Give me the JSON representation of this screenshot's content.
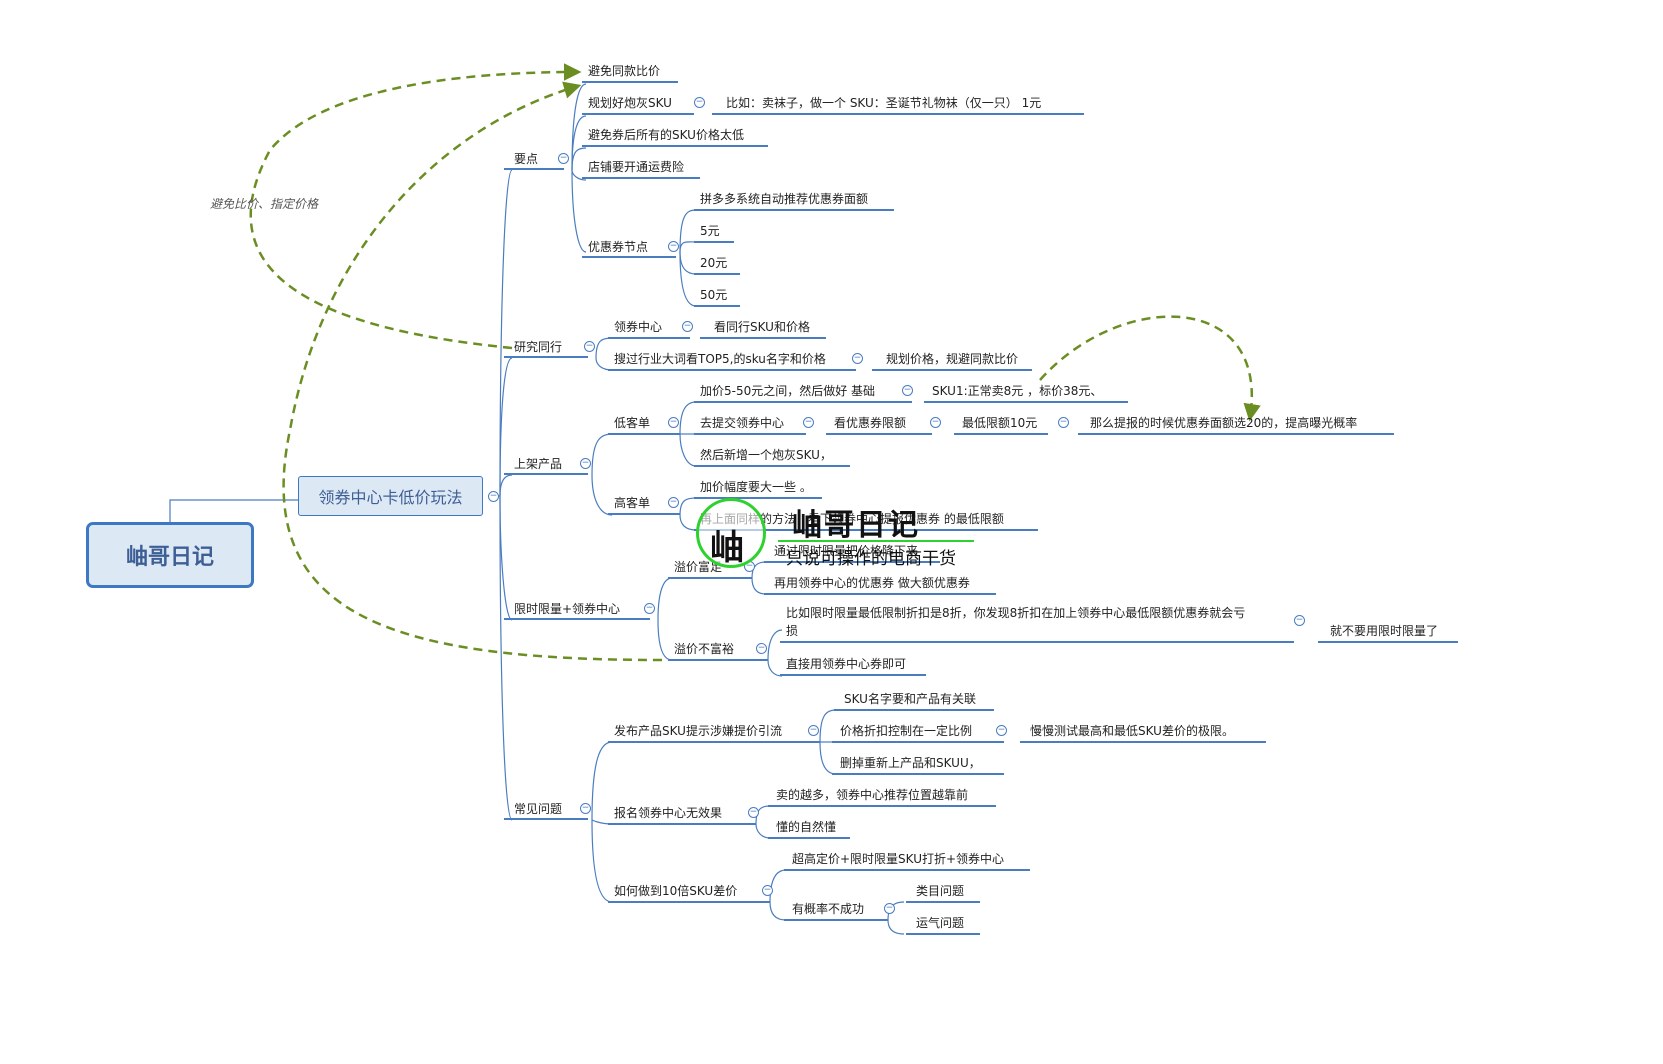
{
  "root": {
    "label": "岫哥日记"
  },
  "main": {
    "label": "领券中心卡低价玩法"
  },
  "note": "避免比价、指定价格",
  "nodes": [
    {
      "id": "c1",
      "text": "要点"
    },
    {
      "id": "c2",
      "text": "研究同行"
    },
    {
      "id": "c3",
      "text": "上架产品"
    },
    {
      "id": "c4",
      "text": "限时限量+领券中心"
    },
    {
      "id": "c5",
      "text": "常见问题"
    },
    {
      "id": "n1",
      "text": "避免同款比价"
    },
    {
      "id": "n2",
      "text": "规划好炮灰SKU"
    },
    {
      "id": "n3",
      "text": "比如：卖袜子，做一个 SKU：圣诞节礼物袜（仅一只） 1元"
    },
    {
      "id": "n4",
      "text": "避免券后所有的SKU价格太低"
    },
    {
      "id": "n5",
      "text": "店铺要开通运费险"
    },
    {
      "id": "n6",
      "text": "优惠券节点"
    },
    {
      "id": "n7",
      "text": "拼多多系统自动推荐优惠券面额"
    },
    {
      "id": "n8",
      "text": "5元"
    },
    {
      "id": "n9",
      "text": "20元"
    },
    {
      "id": "n10",
      "text": "50元"
    },
    {
      "id": "n11",
      "text": "领券中心"
    },
    {
      "id": "n12",
      "text": "看同行SKU和价格"
    },
    {
      "id": "n13",
      "text": "搜过行业大词看TOP5,的sku名字和价格"
    },
    {
      "id": "n14",
      "text": "规划价格，规避同款比价"
    },
    {
      "id": "n15",
      "text": "低客单"
    },
    {
      "id": "n16",
      "text": "加价5-50元之间，然后做好 基础"
    },
    {
      "id": "n17",
      "text": "SKU1:正常卖8元 ，标价38元、"
    },
    {
      "id": "n18",
      "text": "去提交领券中心"
    },
    {
      "id": "n19",
      "text": "看优惠券限额"
    },
    {
      "id": "n20",
      "text": "最低限额10元"
    },
    {
      "id": "n21",
      "text": "那么提报的时候优惠券面额选20的，提高曝光概率"
    },
    {
      "id": "n22",
      "text": "然后新增一个炮灰SKU，"
    },
    {
      "id": "n23",
      "text": "高客单"
    },
    {
      "id": "n24",
      "text": "加价幅度要大一些 。"
    },
    {
      "id": "n25",
      "text": "再上面同样的方法，看下领券中心提报优惠券 的最低限额"
    },
    {
      "id": "n26",
      "text": "溢价富足"
    },
    {
      "id": "n27",
      "text": "通过限时限量把价格降下来"
    },
    {
      "id": "n28",
      "text": "再用领券中心的优惠券 做大额优惠券"
    },
    {
      "id": "n29",
      "text": "溢价不富裕"
    },
    {
      "id": "n30",
      "text": "比如限时限量最低限制折扣是8折，你发现8折扣在加上领券中心最低限额优惠券就会亏"
    },
    {
      "id": "n30b",
      "text": "损"
    },
    {
      "id": "n31",
      "text": "就不要用限时限量了"
    },
    {
      "id": "n32",
      "text": "直接用领券中心券即可"
    },
    {
      "id": "n33",
      "text": "发布产品SKU提示涉嫌提价引流"
    },
    {
      "id": "n34",
      "text": "SKU名字要和产品有关联"
    },
    {
      "id": "n35",
      "text": "价格折扣控制在一定比例"
    },
    {
      "id": "n36",
      "text": "慢慢测试最高和最低SKU差价的极限。"
    },
    {
      "id": "n37",
      "text": "删掉重新上产品和SKUU，"
    },
    {
      "id": "n38",
      "text": "报名领券中心无效果"
    },
    {
      "id": "n39",
      "text": "卖的越多，领券中心推荐位置越靠前"
    },
    {
      "id": "n40",
      "text": "懂的自然懂"
    },
    {
      "id": "n41",
      "text": "如何做到10倍SKU差价"
    },
    {
      "id": "n42",
      "text": "超高定价+限时限量SKU打折+领券中心"
    },
    {
      "id": "n43",
      "text": "有概率不成功"
    },
    {
      "id": "n44",
      "text": "类目问题"
    },
    {
      "id": "n45",
      "text": "运气问题"
    }
  ],
  "watermark": {
    "glyph": "岫",
    "title": "岫哥日记",
    "subtitle": "只说可操作的电商干货"
  },
  "colors": {
    "branch": "#4a7dc0",
    "relationship": "#6b8e23",
    "watermark_ring": "#2fd12f"
  },
  "icons": {
    "toggle": "collapse-circle-icon"
  }
}
